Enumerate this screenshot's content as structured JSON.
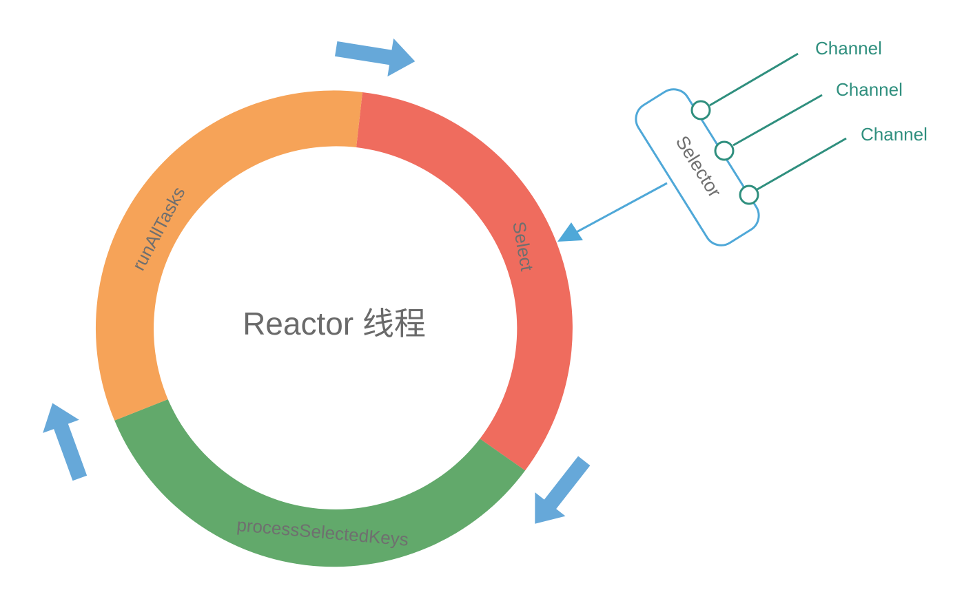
{
  "diagram": {
    "center_title": "Reactor 线程",
    "segments": [
      {
        "id": "select",
        "label": "Select",
        "color": "#ef6c5e"
      },
      {
        "id": "process",
        "label": "processSelectedKeys",
        "color": "#62a96b"
      },
      {
        "id": "tasks",
        "label": "runAllTasks",
        "color": "#f6a358"
      }
    ],
    "selector": {
      "label": "Selector",
      "color": "#4fa8d8"
    },
    "channels": [
      {
        "label": "Channel"
      },
      {
        "label": "Channel"
      },
      {
        "label": "Channel"
      }
    ],
    "colors": {
      "arrow": "#66a8d9",
      "channel_line": "#2f8f7e",
      "selector_border": "#4fa8d8"
    }
  }
}
